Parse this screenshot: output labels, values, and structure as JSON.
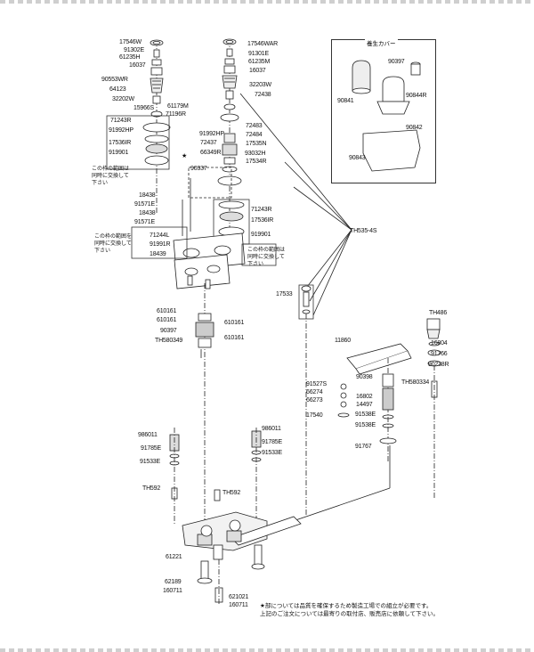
{
  "cover_title": "養生カバー",
  "cover_parts": [
    "90397",
    "90844R",
    "90841",
    "90842",
    "90843"
  ],
  "left_column_top": [
    "17546W",
    "91302E",
    "61235H",
    "16037",
    "90553WR",
    "64123",
    "32202W",
    "61179M",
    "71196R",
    "15966S"
  ],
  "left_boxed": [
    "71243R",
    "91992HP",
    "17536IR",
    "919901"
  ],
  "left_note": [
    "この枠の範囲は",
    "同時に交換して",
    "下さい"
  ],
  "center_top": [
    "17546WAR",
    "91301E",
    "61235M",
    "16037",
    "32203W",
    "72438"
  ],
  "center_middle": [
    "91992HP",
    "72437",
    "66349R",
    "72483",
    "72484",
    "17535N",
    "93032H",
    "17534R",
    "90337"
  ],
  "center_boxed": [
    "71243R",
    "17536IR",
    "919901"
  ],
  "center_note": [
    "この枠の範囲は",
    "同時に交換して",
    "下さい"
  ],
  "left_mid": [
    "18438",
    "91571E",
    "18438",
    "91571E"
  ],
  "plate_note": [
    "この枠の範囲を",
    "同時に交換して",
    "下さい"
  ],
  "plate_parts": [
    "71244L",
    "91991R",
    "18439"
  ],
  "screw_label": "TH535-4S",
  "cartridge_parts": [
    "610161",
    "610161",
    "90397",
    "TH580349",
    "610161",
    "610161"
  ],
  "handle_right": [
    "TH486",
    "16804",
    "91766",
    "90238R",
    "TH580334"
  ],
  "spout": [
    "11860",
    "91527S",
    "66274",
    "66273",
    "17540",
    "90398",
    "16802",
    "14497",
    "91538E",
    "91538E",
    "91767"
  ],
  "part_17533": "17533",
  "left_lower": [
    "986011",
    "91785E",
    "91533E",
    "TH592"
  ],
  "right_lower": [
    "986011",
    "91785E",
    "91533E",
    "TH592"
  ],
  "bottom": [
    "61221",
    "62189",
    "160711",
    "621021",
    "160711"
  ],
  "star_mark": "★",
  "footer_lines": [
    "★部については品質を確保するため製造工場での組立が必要です。",
    "上記のご注文については最寄りの取付店、販売店に依頼して下さい。"
  ]
}
